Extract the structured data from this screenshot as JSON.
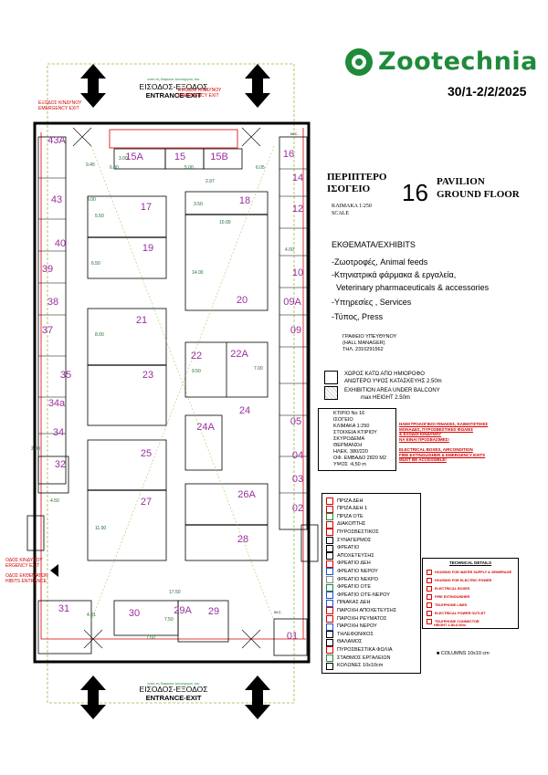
{
  "header": {
    "brand": "Zootechnia",
    "dates": "30/1-2/2/2025"
  },
  "pavilion": {
    "gr_line1": "ΠΕΡΙΠΤΕΡΟ",
    "gr_line2": "ΙΣΟΓΕΙΟ",
    "number": "16",
    "en_line1": "PAVILION",
    "en_line2": "GROUND FLOOR",
    "scale_gr": "ΚΛΙΜΑΚΑ 1:250",
    "scale_en": "SCALE"
  },
  "exhibits": {
    "title": "ΕΚΘΕΜΑΤΑ/EXHIBITS",
    "items": [
      "-Ζωοτροφές, Animal feeds",
      "-Κτηνιατρικά φάρμακα & εργαλεία,",
      "Veterinary pharmaceuticals & accessories",
      "-Υπηρεσίες , Services",
      "-Τύπος, Press"
    ]
  },
  "office": {
    "l1": "ΓΡΑΦΕΙΟ ΥΠΕΥΘΥΝΟΥ",
    "l2": "(HALL MANAGER)",
    "l3": "ΤΗΛ. 2310291562"
  },
  "balcony": {
    "gr1": "ΧΩΡΟΣ ΚΑΤΩ ΑΠΟ ΗΜΙΟΡΟΦΟ",
    "gr2": "ΑΝΩΤΕΡΟ ΥΨΟΣ ΚΑΤΑΣΚΕΥΗΣ 2.50m",
    "en1": "EXHIBITION AREA UNDER BALCONY",
    "en2": "max HEIGHT 2.50m"
  },
  "building": {
    "l1": "ΚΤΙΡΙΟ No 16",
    "l2": "ΙΣΟΓΕΙΟ",
    "l3": "ΚΛΙΜΑΚΑ 1:250",
    "l4": "ΣΤΟΙΧΕΙΑ ΚΤΙΡΙΟΥ",
    "l5": "ΣΚΥΡΟΔΕΜΑ",
    "l6": "ΘΕΡΜΑΝΣΗ",
    "l7": "ΗΛΕΚ. 380/220",
    "l8": "ΟΦ. ΕΜΒΑΔΟ 2820 Μ2",
    "l9": "ΥΨΟΣ :4,50 m"
  },
  "warning": {
    "gr1": "ΗΛΕΚΤΡΟΛΟΓΙΚΟΙ ΠΙΝΑΚΕΣ, ΚΛΙΜΑΤΙΣΤΙΚΕΣ",
    "gr2": "ΜΟΝΑΔΕΣ, ΠΥΡΟΣΒΕΣΤΙΚΕΣ ΦΩΛΙΕΣ",
    "gr3": "& ΕΞΟΔΟΙ ΚΙΝΔΥΝΟΥ",
    "gr4": "ΝΑ ΕΙΝΑΙ ΠΡΟΣΒΑΣΙΜΕΣ!",
    "en1": "ELECTRICAL BOXES, AIRCONDITION",
    "en2": "FIRE EXTINGUISHER & EMERGENCY EXITS",
    "en3": "MUST BE ACCESSIBLE!"
  },
  "legend": [
    {
      "label": "ΠΡΙΖΑ ΔΕΗ",
      "color": "#d40000"
    },
    {
      "label": "ΠΡΙΖΑ ΔΕΗ 1",
      "color": "#d40000"
    },
    {
      "label": "ΠΡΙΖΑ ΟΤΕ",
      "color": "#1f8a3a"
    },
    {
      "label": "ΔΙΑΚΟΠΤΗΣ",
      "color": "#d40000"
    },
    {
      "label": "ΠΥΡΟΣΒΕΣΤΙΚΟΣ",
      "color": "#d40000"
    },
    {
      "label": "ΣΥΝΑΓΕΡΜΟΣ",
      "color": "#000000"
    },
    {
      "label": "ΦΡΕΑΤΙΟ",
      "color": "#000000"
    },
    {
      "label": "ΑΠΟΧΕΤΕΥΣΗΣ",
      "color": "#000000"
    },
    {
      "label": "ΦΡΕΑΤΙΟ ΔΕΗ",
      "color": "#d40000"
    },
    {
      "label": "ΦΡΕΑΤΙΟ ΝΕΡΟΥ",
      "color": "#1f4fd4"
    },
    {
      "label": "ΦΡΕΑΤΙΟ ΝΕΚΡΟ",
      "color": "#888888"
    },
    {
      "label": "ΦΡΕΑΤΙΟ ΟΤΕ",
      "color": "#1f8a3a"
    },
    {
      "label": "ΦΡΕΑΤΙΟ ΟΤΕ-ΝΕΡΟΥ",
      "color": "#1f4fd4"
    },
    {
      "label": "ΠΙΝΑΚΑΣ ΔΕΗ",
      "color": "#1f4fd4"
    },
    {
      "label": "ΠΑΡΟΧΗ ΑΠΟΧΕΤΕΥΣΗΣ",
      "color": "#d40000"
    },
    {
      "label": "ΠΑΡΟΧΗ ΡΕΥΜΑΤΟΣ",
      "color": "#d40000"
    },
    {
      "label": "ΠΑΡΟΧΗ ΝΕΡΟΥ",
      "color": "#1f4fd4"
    },
    {
      "label": "ΤΗΛΕΦΩΝΙΚΟΣ",
      "color": "#000000"
    },
    {
      "label": "ΘΑΛΑΜΟΣ",
      "color": "#000000"
    },
    {
      "label": "ΠΥΡΟΣΒΕΣΤΙΚΑ ΦΩΛΙΑ",
      "color": "#d40000"
    },
    {
      "label": "ΣΤΑΘΜΟΣ ΕΡΓΑΛΕΙΩΝ",
      "color": "#1f8a3a"
    },
    {
      "label": "ΚΟΛΩΝΕΣ 10x10cm",
      "color": "#000000"
    }
  ],
  "technical": {
    "title": "TECHNICAL DETAILS",
    "rows": [
      "HOUSING FOR WATER SUPPLY & SEWERAGE",
      "HOUSING FOR ELECTRIC POWER",
      "ELECTRICAL  BOXES",
      "FIRE EXTINGUISHER",
      "TELEPHONE LINES",
      "ELECTRICAL POWER OUTLET",
      "TELEPHONE CONNECTOR"
    ],
    "height_note": "HEIGHT 2.80-6.00m",
    "columns": "COLUMNS 10x10 cm"
  },
  "plan": {
    "entrance_gr": "ΕΙΣΟΔΟΣ-ΕΞΟΔΟΣ",
    "entrance_en": "ENTRANCE-EXIT",
    "entrance_note": "κατα τη διαρκεια λειτουργιας του",
    "emergency_gr": "ΕΞΟΔΟΣ ΚΙΝΔΥΝΟΥ",
    "emergency_en": "EMERGENCY EXIT",
    "emergency_left_gr": "ΟΔΟΣ ΚΙΝΔΥΝΟΥ",
    "emergency_left_en": "ERGENCY EXIT",
    "exhibits_entrance_gr": "ΟΔΟΣ ΕΚΘΕΜΑΤΩΝ",
    "exhibits_entrance_en": "HIBITS ENTRANCE",
    "wc": "W.C.",
    "stands": [
      "43A",
      "15A",
      "15",
      "15B",
      "16",
      "14",
      "43",
      "17",
      "18",
      "12",
      "40",
      "19",
      "10",
      "39",
      "20",
      "09A",
      "38",
      "21",
      "09",
      "37",
      "22",
      "22A",
      "35",
      "23",
      "24",
      "05",
      "34a",
      "34",
      "24A",
      "25",
      "32",
      "04",
      "26A",
      "03",
      "27",
      "02",
      "28",
      "31",
      "30",
      "29A",
      "29",
      "01"
    ],
    "dims": [
      "3.00",
      "6.00",
      "5.00",
      "6.05",
      "2.97",
      "5.50",
      "10.00",
      "3.50",
      "6.50",
      "14.00",
      "8.00",
      "9.50",
      "7.00",
      "3.00",
      "4.50",
      "17.50",
      "4.31",
      "7.50",
      "11.00",
      "4.00",
      "2.00",
      "7.50",
      "9.45"
    ]
  }
}
